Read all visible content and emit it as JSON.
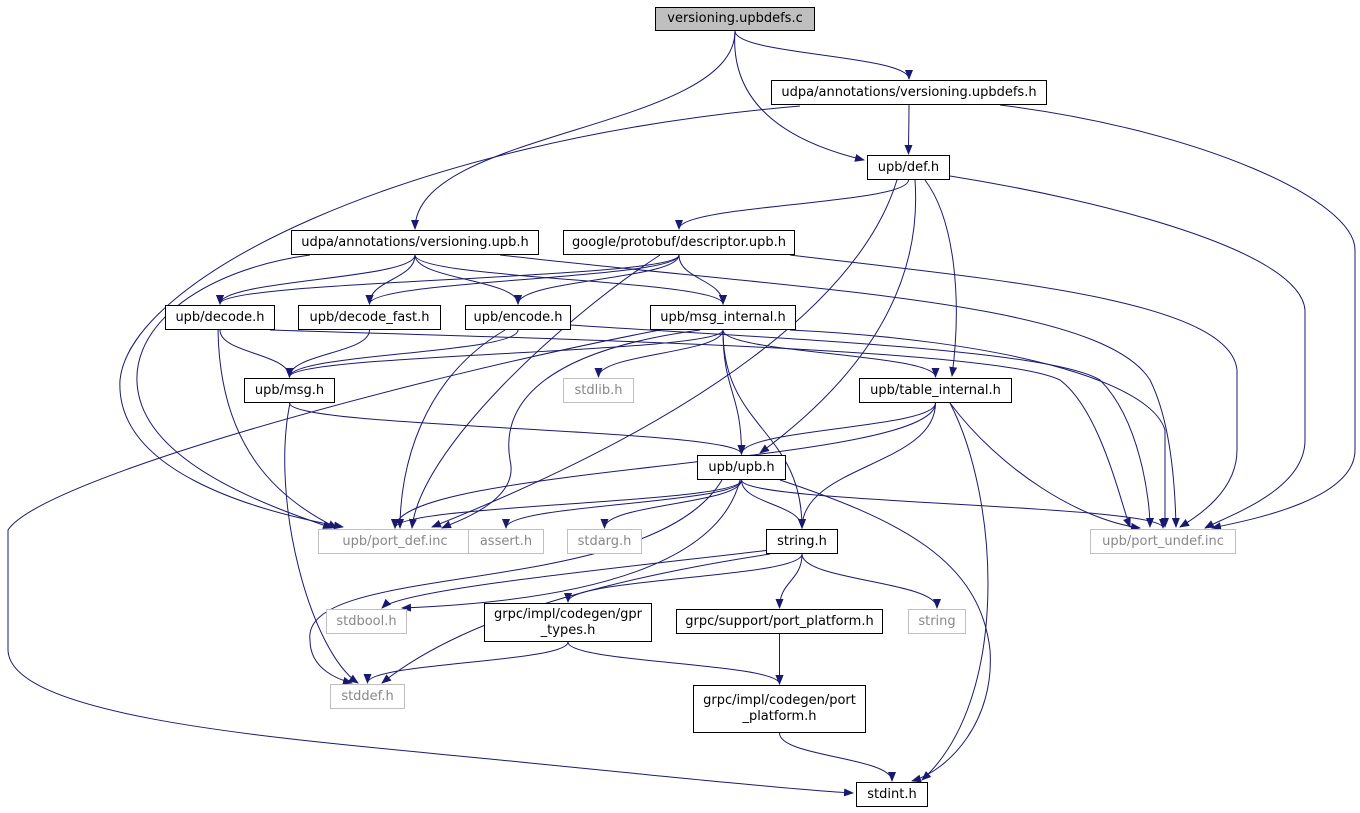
{
  "colors": {
    "edge": "#191970",
    "root_fill": "#bfbfbf",
    "external_border": "#bfbfbf"
  },
  "nodes": [
    {
      "id": "c",
      "label": "versioning.upbdefs.c",
      "kind": "root"
    },
    {
      "id": "upbdefs_h",
      "label": "udpa/annotations/versioning.upbdefs.h",
      "kind": "doc"
    },
    {
      "id": "def_h",
      "label": "upb/def.h",
      "kind": "doc"
    },
    {
      "id": "upb_h_v",
      "label": "udpa/annotations/versioning.upb.h",
      "kind": "doc"
    },
    {
      "id": "descriptor",
      "label": "google/protobuf/descriptor.upb.h",
      "kind": "doc"
    },
    {
      "id": "decode",
      "label": "upb/decode.h",
      "kind": "doc"
    },
    {
      "id": "decode_fast",
      "label": "upb/decode_fast.h",
      "kind": "doc"
    },
    {
      "id": "encode",
      "label": "upb/encode.h",
      "kind": "doc"
    },
    {
      "id": "msg_internal",
      "label": "upb/msg_internal.h",
      "kind": "doc"
    },
    {
      "id": "stdlib",
      "label": "stdlib.h",
      "kind": "ext"
    },
    {
      "id": "msg",
      "label": "upb/msg.h",
      "kind": "doc"
    },
    {
      "id": "table_internal",
      "label": "upb/table_internal.h",
      "kind": "doc"
    },
    {
      "id": "upb",
      "label": "upb/upb.h",
      "kind": "doc"
    },
    {
      "id": "port_def",
      "label": "upb/port_def.inc",
      "kind": "ext"
    },
    {
      "id": "assert",
      "label": "assert.h",
      "kind": "ext"
    },
    {
      "id": "stdarg",
      "label": "stdarg.h",
      "kind": "ext"
    },
    {
      "id": "string_h",
      "label": "string.h",
      "kind": "doc"
    },
    {
      "id": "port_undef",
      "label": "upb/port_undef.inc",
      "kind": "ext"
    },
    {
      "id": "stdbool",
      "label": "stdbool.h",
      "kind": "ext"
    },
    {
      "id": "gpr_types",
      "label": "grpc/impl/codegen/gpr\n_types.h",
      "kind": "doc"
    },
    {
      "id": "support_pp",
      "label": "grpc/support/port_platform.h",
      "kind": "doc"
    },
    {
      "id": "string",
      "label": "string",
      "kind": "ext"
    },
    {
      "id": "stddef",
      "label": "stddef.h",
      "kind": "ext"
    },
    {
      "id": "impl_pp",
      "label": "grpc/impl/codegen/port\n_platform.h",
      "kind": "doc"
    },
    {
      "id": "stdint",
      "label": "stdint.h",
      "kind": "doc"
    }
  ],
  "edges": [
    [
      "c",
      "upbdefs_h"
    ],
    [
      "c",
      "def_h"
    ],
    [
      "c",
      "upb_h_v"
    ],
    [
      "upbdefs_h",
      "def_h"
    ],
    [
      "upbdefs_h",
      "port_def"
    ],
    [
      "upbdefs_h",
      "port_undef"
    ],
    [
      "def_h",
      "descriptor"
    ],
    [
      "def_h",
      "port_def"
    ],
    [
      "def_h",
      "upb"
    ],
    [
      "def_h",
      "table_internal"
    ],
    [
      "def_h",
      "port_undef"
    ],
    [
      "upb_h_v",
      "decode"
    ],
    [
      "upb_h_v",
      "decode_fast"
    ],
    [
      "upb_h_v",
      "encode"
    ],
    [
      "upb_h_v",
      "msg_internal"
    ],
    [
      "upb_h_v",
      "port_def"
    ],
    [
      "upb_h_v",
      "port_undef"
    ],
    [
      "descriptor",
      "decode"
    ],
    [
      "descriptor",
      "decode_fast"
    ],
    [
      "descriptor",
      "encode"
    ],
    [
      "descriptor",
      "msg_internal"
    ],
    [
      "descriptor",
      "port_def"
    ],
    [
      "descriptor",
      "port_undef"
    ],
    [
      "decode",
      "msg"
    ],
    [
      "decode",
      "port_def"
    ],
    [
      "decode",
      "port_undef"
    ],
    [
      "decode_fast",
      "msg"
    ],
    [
      "encode",
      "msg"
    ],
    [
      "encode",
      "port_def"
    ],
    [
      "encode",
      "port_undef"
    ],
    [
      "msg_internal",
      "msg"
    ],
    [
      "msg_internal",
      "stdlib"
    ],
    [
      "msg_internal",
      "table_internal"
    ],
    [
      "msg_internal",
      "upb"
    ],
    [
      "msg_internal",
      "string_h"
    ],
    [
      "msg_internal",
      "port_def"
    ],
    [
      "msg_internal",
      "port_undef"
    ],
    [
      "msg_internal",
      "stdint"
    ],
    [
      "msg",
      "upb"
    ],
    [
      "msg",
      "stddef"
    ],
    [
      "table_internal",
      "upb"
    ],
    [
      "table_internal",
      "port_def"
    ],
    [
      "table_internal",
      "string_h"
    ],
    [
      "table_internal",
      "port_undef"
    ],
    [
      "table_internal",
      "stdint"
    ],
    [
      "upb",
      "port_def"
    ],
    [
      "upb",
      "assert"
    ],
    [
      "upb",
      "stdarg"
    ],
    [
      "upb",
      "string_h"
    ],
    [
      "upb",
      "port_undef"
    ],
    [
      "upb",
      "stdbool"
    ],
    [
      "upb",
      "stddef"
    ],
    [
      "upb",
      "stdint"
    ],
    [
      "string_h",
      "stdbool"
    ],
    [
      "string_h",
      "stddef"
    ],
    [
      "string_h",
      "gpr_types"
    ],
    [
      "string_h",
      "support_pp"
    ],
    [
      "string_h",
      "string"
    ],
    [
      "gpr_types",
      "stddef"
    ],
    [
      "gpr_types",
      "impl_pp"
    ],
    [
      "support_pp",
      "impl_pp"
    ],
    [
      "impl_pp",
      "stdint"
    ]
  ]
}
